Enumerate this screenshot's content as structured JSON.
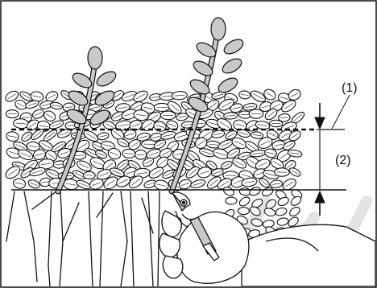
{
  "figure": {
    "labels": [
      {
        "id": "label-1",
        "text": "(1)"
      },
      {
        "id": "label-2",
        "text": "(2)"
      }
    ]
  },
  "colors": {
    "stroke": "#111111",
    "leaf_fill": "#c9c9c9",
    "background": "#ffffff",
    "watermark": "#e3e3e3"
  }
}
